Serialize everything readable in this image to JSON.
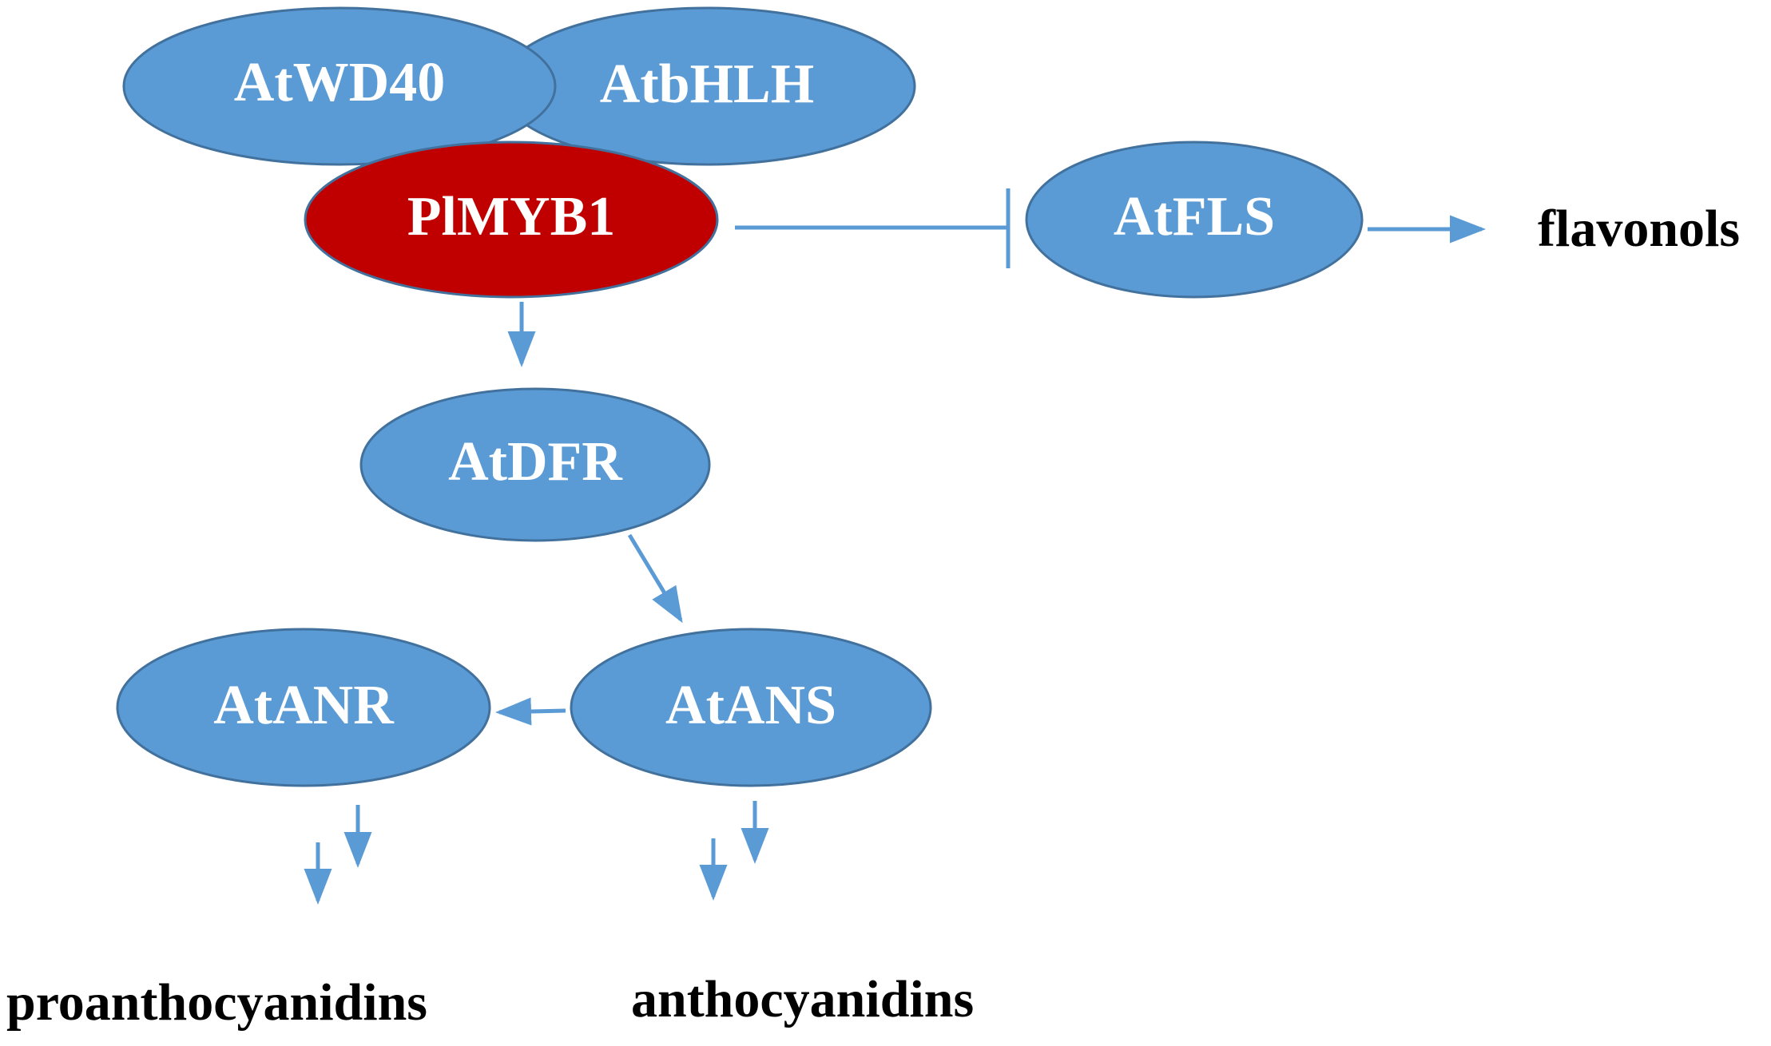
{
  "colors": {
    "protein_fill": "#5b9bd5",
    "protein_stroke": "#41719c",
    "regulator_fill": "#c00000",
    "regulator_stroke": "#8b0000",
    "edge": "#5b9bd5",
    "label_text": "#ffffff",
    "product_text": "#000000"
  },
  "nodes": {
    "atwd40": "AtWD40",
    "atbhlh": "AtbHLH",
    "plmyb1": "PlMYB1",
    "atfls": "AtFLS",
    "atdfr": "AtDFR",
    "atanr": "AtANR",
    "atans": "AtANS"
  },
  "products": {
    "flavonols": "flavonols",
    "proanthocyanidins": "proanthocyanidins",
    "anthocyanidins": "anthocyanidins"
  }
}
